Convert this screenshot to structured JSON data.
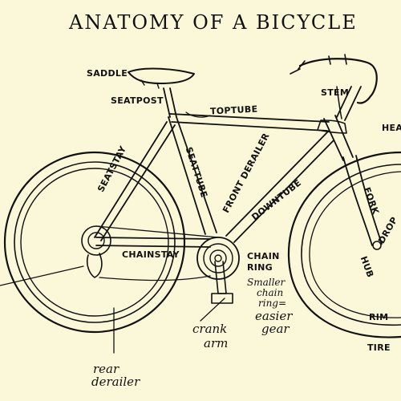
{
  "title": "ANATOMY OF A BICYCLE",
  "labels": {
    "saddle": "SADDLE",
    "seatpost": "SEATPOST",
    "toptube": "TOPTUBE",
    "stem": "STEM",
    "head": "HEA",
    "seatstay": "SEATSTAY",
    "seattube": "SEATTUBE",
    "front_derailer": "FRONT DERAILER",
    "downtube": "DOWNTUBE",
    "fork": "FORK",
    "drop": "DROP",
    "hub": "HUB",
    "chainstay": "CHAINSTAY",
    "chain_ring_1": "CHAIN",
    "chain_ring_2": "RING",
    "smaller_1": "Smaller",
    "smaller_2": "chain",
    "smaller_3": "ring=",
    "smaller_4": "easier",
    "smaller_5": "gear",
    "crank_1": "crank",
    "crank_2": "arm",
    "rear_1": "rear",
    "rear_2": "derailer",
    "rim": "RIM",
    "tire": "TIRE"
  },
  "colors": {
    "background": "#fbf7d9",
    "ink": "#111111"
  }
}
